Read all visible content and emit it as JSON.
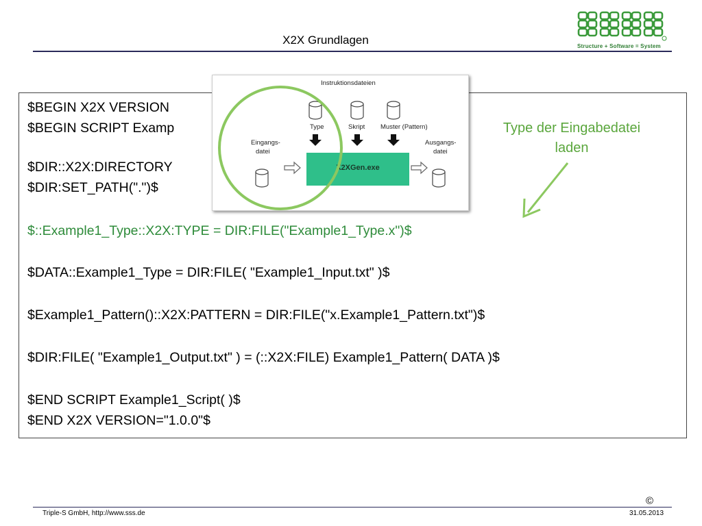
{
  "header": {
    "title": "X2X Grundlagen",
    "logo_tagline": "Structure + Software = System"
  },
  "code": {
    "lines": [
      "$BEGIN X2X VERSION",
      "$BEGIN SCRIPT Examp",
      "$DIR::X2X:DIRECTORY",
      "$DIR:SET_PATH(\".\")$",
      "$::Example1_Type::X2X:TYPE = DIR:FILE(\"Example1_Type.x\")$",
      "$DATA::Example1_Type = DIR:FILE( \"Example1_Input.txt\" )$",
      "$Example1_Pattern()::X2X:PATTERN = DIR:FILE(\"x.Example1_Pattern.txt\")$",
      "$DIR:FILE( \"Example1_Output.txt\" ) = (::X2X:FILE) Example1_Pattern( DATA )$",
      "$END SCRIPT Example1_Script( )$",
      "$END X2X VERSION=\"1.0.0\"$"
    ]
  },
  "diagram": {
    "title": "Instruktionsdateien",
    "type_label": "Type",
    "skript_label": "Skript",
    "muster_label": "Muster (Pattern)",
    "eingang_label_1": "Eingangs-",
    "eingang_label_2": "datei",
    "ausgang_label_1": "Ausgangs-",
    "ausgang_label_2": "datei",
    "gen_label": "X2XGen.exe"
  },
  "annotation": {
    "line1": "Type der Eingabedatei",
    "line2": "laden"
  },
  "footer": {
    "left": "Triple-S GmbH, http://www.sss.de",
    "date": "31.05.2013",
    "copyright": "©"
  },
  "colors": {
    "accent_green": "#5aa63c",
    "code_green": "#2e8b3a",
    "gen_box": "#2fbf8a",
    "rule_navy": "#2a2a5a"
  }
}
